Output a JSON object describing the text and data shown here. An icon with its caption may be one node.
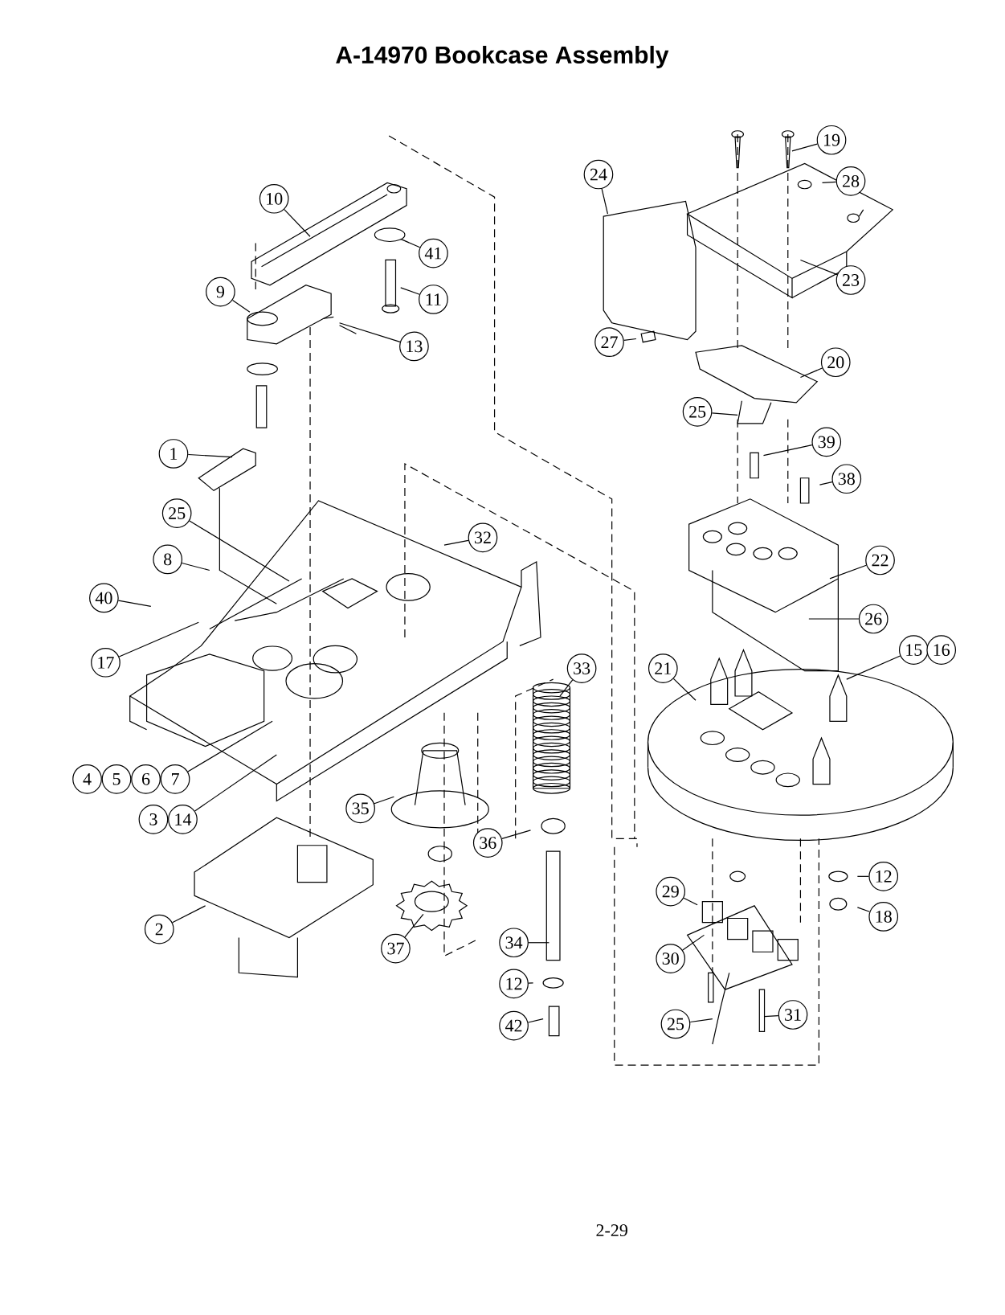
{
  "diagram": {
    "title": "A-14970 Bookcase Assembly",
    "nodes": [
      {
        "text": [
          "10"
        ]
      },
      {
        "text": [
          "9"
        ]
      },
      {
        "text": [
          "41"
        ]
      },
      {
        "text": [
          "11"
        ]
      },
      {
        "text": [
          "13"
        ]
      },
      {
        "text": [
          "1"
        ]
      },
      {
        "text": [
          "25"
        ]
      },
      {
        "text": [
          "32"
        ]
      },
      {
        "text": [
          "8"
        ]
      },
      {
        "text": [
          "40"
        ]
      },
      {
        "text": [
          "17"
        ]
      },
      {
        "text": [
          "4"
        ]
      },
      {
        "text": [
          "5"
        ]
      },
      {
        "text": [
          "6"
        ]
      },
      {
        "text": [
          "7"
        ]
      },
      {
        "text": [
          "3"
        ]
      },
      {
        "text": [
          "14"
        ]
      },
      {
        "text": [
          "2"
        ]
      },
      {
        "text": [
          "35"
        ]
      },
      {
        "text": [
          "36"
        ]
      },
      {
        "text": [
          "37"
        ]
      },
      {
        "text": [
          "33"
        ]
      },
      {
        "text": [
          "34"
        ]
      },
      {
        "text": [
          "12"
        ]
      },
      {
        "text": [
          "42"
        ]
      },
      {
        "text": [
          "24"
        ]
      },
      {
        "text": [
          "19"
        ]
      },
      {
        "text": [
          "28"
        ]
      },
      {
        "text": [
          "23"
        ]
      },
      {
        "text": [
          "27"
        ]
      },
      {
        "text": [
          "20"
        ]
      },
      {
        "text": [
          "25"
        ]
      },
      {
        "text": [
          "39"
        ]
      },
      {
        "text": [
          "38"
        ]
      },
      {
        "text": [
          "22"
        ]
      },
      {
        "text": [
          "26"
        ]
      },
      {
        "text": [
          "21"
        ]
      },
      {
        "text": [
          "15"
        ]
      },
      {
        "text": [
          "16"
        ]
      },
      {
        "text": [
          "29"
        ]
      },
      {
        "text": [
          "30"
        ]
      },
      {
        "text": [
          "12"
        ]
      },
      {
        "text": [
          "18"
        ]
      },
      {
        "text": [
          "31"
        ]
      },
      {
        "text": [
          "25"
        ]
      }
    ],
    "edges": [
      {
        "from": 0,
        "to": null,
        "arrow": "none"
      },
      {
        "from": 1,
        "to": null,
        "arrow": "none"
      },
      {
        "from": 2,
        "to": null,
        "arrow": "none"
      },
      {
        "from": 3,
        "to": null,
        "arrow": "none"
      },
      {
        "from": 4,
        "to": null,
        "arrow": "none"
      },
      {
        "from": 5,
        "to": null,
        "arrow": "none"
      },
      {
        "from": 6,
        "to": null,
        "arrow": "none"
      },
      {
        "from": 7,
        "to": null,
        "arrow": "none"
      },
      {
        "from": 8,
        "to": null,
        "arrow": "none"
      },
      {
        "from": 9,
        "to": null,
        "arrow": "none"
      },
      {
        "from": 10,
        "to": null,
        "arrow": "none"
      },
      {
        "from": 14,
        "to": null,
        "arrow": "none"
      },
      {
        "from": 16,
        "to": null,
        "arrow": "none"
      },
      {
        "from": 17,
        "to": null,
        "arrow": "none"
      },
      {
        "from": 18,
        "to": null,
        "arrow": "none"
      },
      {
        "from": 19,
        "to": null,
        "arrow": "none"
      },
      {
        "from": 20,
        "to": null,
        "arrow": "none"
      },
      {
        "from": 21,
        "to": null,
        "arrow": "none"
      },
      {
        "from": 22,
        "to": null,
        "arrow": "none"
      },
      {
        "from": 23,
        "to": null,
        "arrow": "none"
      },
      {
        "from": 24,
        "to": null,
        "arrow": "none"
      },
      {
        "from": 25,
        "to": null,
        "arrow": "none"
      },
      {
        "from": 26,
        "to": null,
        "arrow": "none"
      },
      {
        "from": 27,
        "to": null,
        "arrow": "none"
      },
      {
        "from": 28,
        "to": null,
        "arrow": "none"
      },
      {
        "from": 29,
        "to": null,
        "arrow": "none"
      },
      {
        "from": 30,
        "to": null,
        "arrow": "none"
      },
      {
        "from": 31,
        "to": null,
        "arrow": "none"
      },
      {
        "from": 32,
        "to": null,
        "arrow": "none"
      },
      {
        "from": 33,
        "to": null,
        "arrow": "none"
      },
      {
        "from": 34,
        "to": null,
        "arrow": "none"
      },
      {
        "from": 35,
        "to": null,
        "arrow": "none"
      },
      {
        "from": 36,
        "to": null,
        "arrow": "none"
      },
      {
        "from": 37,
        "to": null,
        "arrow": "none"
      },
      {
        "from": 39,
        "to": null,
        "arrow": "none"
      },
      {
        "from": 40,
        "to": null,
        "arrow": "none"
      },
      {
        "from": 41,
        "to": null,
        "arrow": "none"
      },
      {
        "from": 42,
        "to": null,
        "arrow": "none"
      },
      {
        "from": 43,
        "to": null,
        "arrow": "none"
      },
      {
        "from": 44,
        "to": null,
        "arrow": "none"
      }
    ],
    "labels": [
      "2-29"
    ]
  }
}
